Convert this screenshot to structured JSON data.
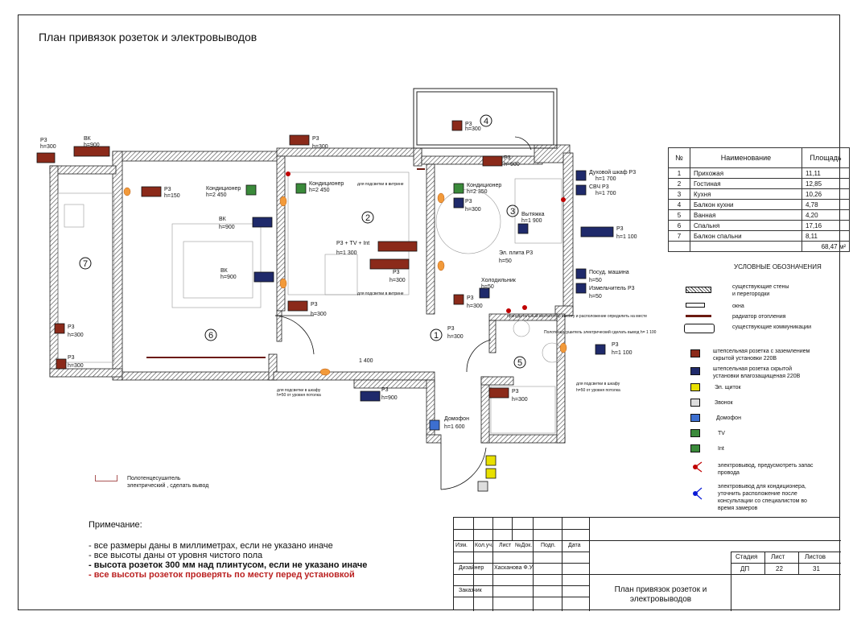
{
  "title": "План привязок розеток и электровыводов",
  "room_table": {
    "headers": [
      "№",
      "Наименование",
      "Площадь"
    ],
    "rows": [
      {
        "num": "1",
        "name": "Прихожая",
        "area": "11,11"
      },
      {
        "num": "2",
        "name": "Гостиная",
        "area": "12,85"
      },
      {
        "num": "3",
        "name": "Кухня",
        "area": "10,26"
      },
      {
        "num": "4",
        "name": "Балкон кухни",
        "area": "4,78"
      },
      {
        "num": "5",
        "name": "Ванная",
        "area": "4,20"
      },
      {
        "num": "6",
        "name": "Спальня",
        "area": "17,16"
      },
      {
        "num": "7",
        "name": "Балкон спальни",
        "area": "8,11"
      }
    ],
    "total": "68,47 м²"
  },
  "legend": {
    "title": "УСЛОВНЫЕ ОБОЗНАЧЕНИЯ",
    "walls": "существующие стены\nи перегородки",
    "windows": "окна",
    "radiator": "радиатор отопления",
    "comms": "существующие коммуникации",
    "socket_ground": "штепсельная розетка с заземлением\nскрытой установки 220В",
    "socket_wet": "штепсельная розетка скрытой\nустановки влагозащищеная 220В",
    "panel": "Эл. щиток",
    "bell": "Звонок",
    "intercom": "Домофон",
    "tv": "TV",
    "int": "Int",
    "outlet_red": "электровывод, предусмотреть запас\nпровода",
    "outlet_blue": "электровывод для кондиционера,\nуточнить расположение после\nконсультации со специалистом во\nвремя замеров",
    "colors": {
      "socket": "#8b2a1a",
      "socket_fill": "#f2d6c2",
      "wet": "#1f2a6b",
      "panel": "#e8e000",
      "intercom": "#3d6fd0",
      "tv": "#3a8a3a",
      "red": "#c00000",
      "blue": "#0a1ad6"
    }
  },
  "notes": {
    "header": "Примечание:",
    "lines": [
      "- все размеры даны в миллиметрах, если не указано иначе",
      "- все высоты даны от уровня чистого пола"
    ],
    "bold_line": "- высота розеток 300 мм над плинтусом, если не указано иначе",
    "red_line": "- все высоты розеток проверять по месту перед установкой"
  },
  "towel": "Полотенцесушитель\nэлектрический , сделать вывод",
  "stamp": {
    "cols": [
      "Изм.",
      "Кол.уч.",
      "Лист",
      "№Док.",
      "Подп.",
      "Дата"
    ],
    "designer_label": "Дизайнер",
    "designer_name": "Хасканова Ф.У.",
    "customer_label": "Заказчик",
    "sheet_title": "План привязок розеток и\nэлектровыводов",
    "stage_label": "Стадия",
    "sheet_label": "Лист",
    "sheets_label": "Листов",
    "stage": "ДП",
    "sheet": "22",
    "sheets": "31"
  },
  "rooms_marks": [
    "1",
    "2",
    "3",
    "4",
    "5",
    "6",
    "7"
  ],
  "plan_labels": {
    "p3": "Р3",
    "h300": "h=300",
    "h150": "h=150",
    "h900": "h=900",
    "h1100": "h=1 100",
    "h1300": "h=1 300",
    "h1600": "h=1 600",
    "h1700": "h=1 700",
    "h1900": "h=1 900",
    "h2350": "h=2 350",
    "h2450": "h=2 450",
    "h50": "h=50",
    "vk": "ВК",
    "ac": "Кондиционер",
    "tvint": "Р3 + TV + Int",
    "oven": "Духовой шкаф Р3",
    "mw": "СВЧ Р3",
    "hood": "Вытяжка",
    "stove": "Эл. плита Р3",
    "fridge": "Холодильник",
    "dishwasher": "Посуд. машина",
    "grinder": "Измельчитель Р3",
    "intercom": "Домофон",
    "showcase": "для подсветки в витрине",
    "wardrobe": "для подсветки в шкафу",
    "ceiling": "h=50 от уровня потолка",
    "fan": "принудительный вентилятор высоту и\nрасположение определить на месте",
    "towel_note": "Полотенцесушитель электрический\nсделать вывод h= 1 100",
    "dim_1400": "1 400"
  }
}
